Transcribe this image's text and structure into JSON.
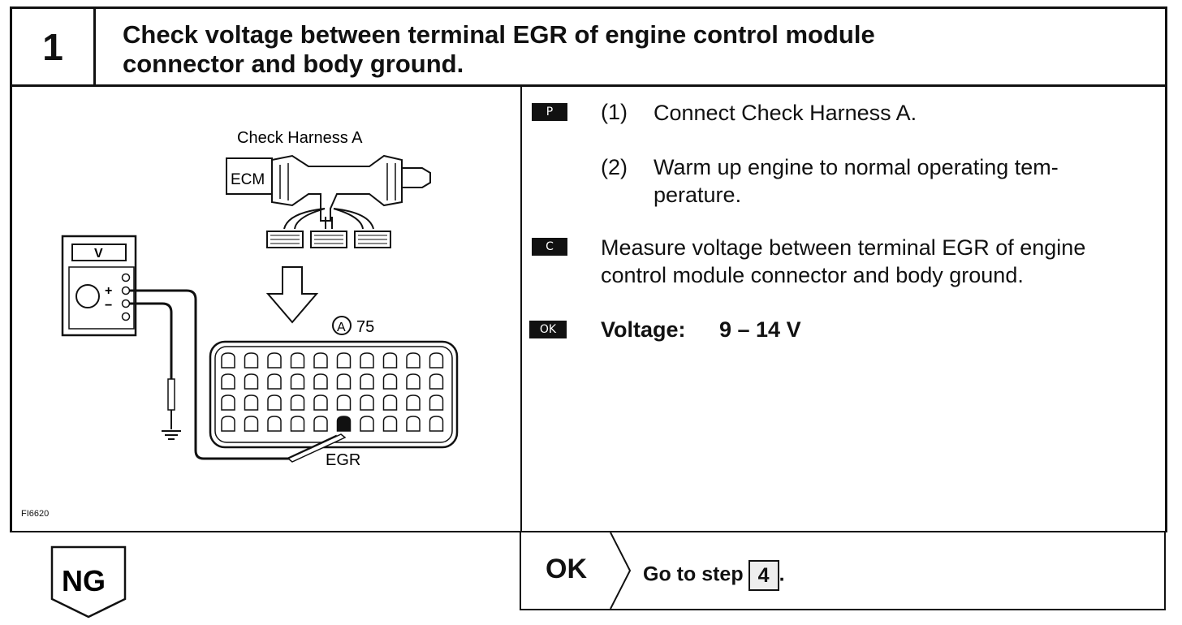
{
  "header": {
    "step_number": "1",
    "title_line1": "Check voltage between terminal EGR of engine control module",
    "title_line2": "connector and body ground."
  },
  "figure": {
    "harness_label": "Check Harness A",
    "ecm_label": "ECM",
    "meter_label": "V",
    "plus": "+",
    "minus": "−",
    "connector_id": "A",
    "connector_num": "75",
    "terminal_label": "EGR",
    "figure_id": "FI6620"
  },
  "instructions": {
    "prep_badge": "P",
    "step1_num": "(1)",
    "step1_text": "Connect Check Harness A.",
    "step2_num": "(2)",
    "step2_line1": "Warm up engine to normal operating tem-",
    "step2_line2": "perature.",
    "check_badge": "C",
    "check_line1": "Measure voltage between terminal EGR of engine",
    "check_line2": "control module connector and body ground.",
    "ok_badge": "OK",
    "spec_label": "Voltage:",
    "spec_value": "9 – 14 V"
  },
  "results": {
    "ng_label": "NG",
    "ok_label": "OK",
    "goto_text": "Go to step",
    "goto_step": "4",
    "goto_period": "."
  }
}
